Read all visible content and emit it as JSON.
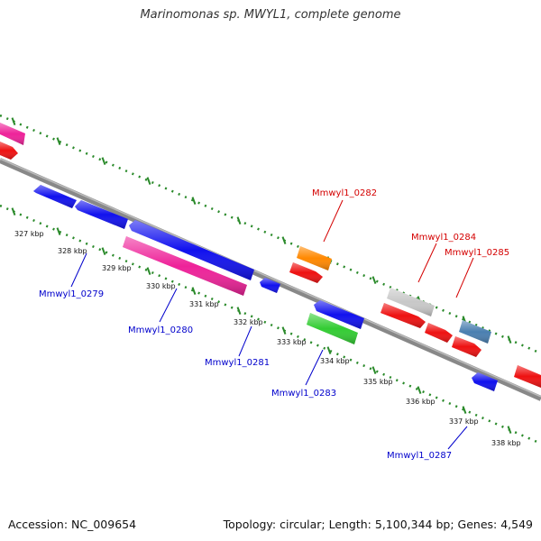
{
  "title": "Marinomonas sp. MWYL1, complete genome",
  "footer": {
    "accession": "Accession: NC_009654",
    "summary": "Topology: circular; Length: 5,100,344 bp; Genes: 4,549"
  },
  "colors": {
    "backbone": "#888888",
    "ruler": "#2a8a2a",
    "label_forward": "#d40000",
    "label_reverse": "#0000cc"
  },
  "kbp_ticks": [
    "327 kbp",
    "328 kbp",
    "329 kbp",
    "330 kbp",
    "331 kbp",
    "332 kbp",
    "333 kbp",
    "334 kbp",
    "335 kbp",
    "336 kbp",
    "337 kbp",
    "338 kbp"
  ],
  "gene_labels": {
    "forward": [
      "Mmwyl1_0282",
      "Mmwyl1_0284",
      "Mmwyl1_0285"
    ],
    "reverse": [
      "Mmwyl1_0279",
      "Mmwyl1_0280",
      "Mmwyl1_0281",
      "Mmwyl1_0283",
      "Mmwyl1_0287"
    ]
  },
  "feature_colors": {
    "red": "#ee1111",
    "blue": "#1111ee",
    "pink": "#ee2299",
    "orange": "#ff8800",
    "green": "#33cc33",
    "gray": "#c8c8c8",
    "steelblue": "#4a7fb0"
  }
}
